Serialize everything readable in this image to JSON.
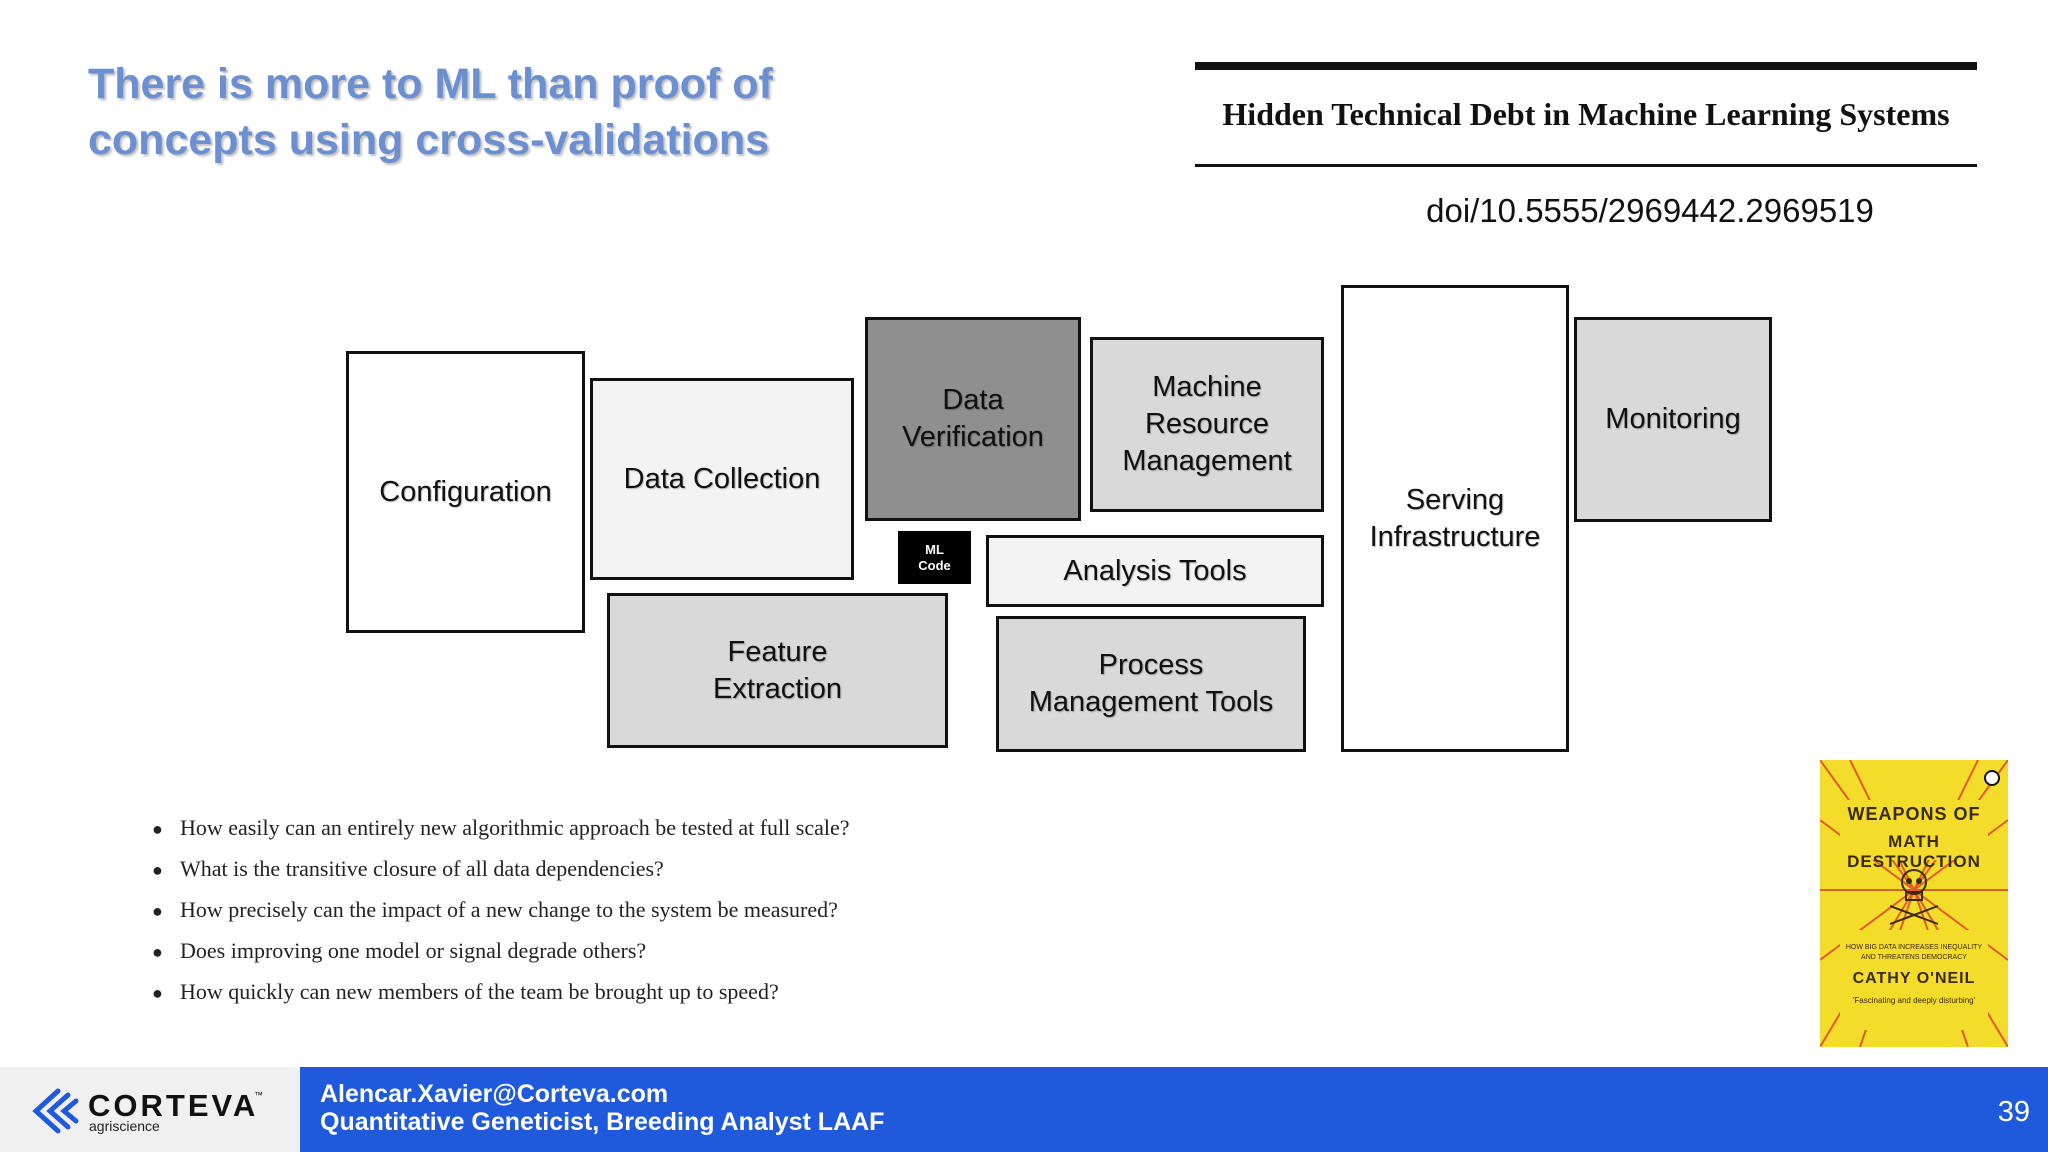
{
  "slide": {
    "title_lines": [
      "There is more to ML than proof of",
      "concepts using cross-validations"
    ],
    "page_number": "39"
  },
  "paper": {
    "title": "Hidden Technical Debt in Machine Learning Systems",
    "doi": "doi/10.5555/2969442.2969519"
  },
  "diagram": {
    "boxes": [
      {
        "id": "configuration",
        "label": "Configuration",
        "fill": "#ffffff"
      },
      {
        "id": "data-collection",
        "label": "Data Collection",
        "fill": "#f3f3f3"
      },
      {
        "id": "data-verification",
        "label": "Data\nVerification",
        "fill": "#8f8f8f"
      },
      {
        "id": "machine-resource-management",
        "label": "Machine\nResource\nManagement",
        "fill": "#d9d9d9"
      },
      {
        "id": "serving-infrastructure",
        "label": "Serving\nInfrastructure",
        "fill": "#ffffff"
      },
      {
        "id": "monitoring",
        "label": "Monitoring",
        "fill": "#d9d9d9"
      },
      {
        "id": "feature-extraction",
        "label": "Feature\nExtraction",
        "fill": "#d9d9d9"
      },
      {
        "id": "analysis-tools",
        "label": "Analysis Tools",
        "fill": "#f3f3f3"
      },
      {
        "id": "process-management-tools",
        "label": "Process\nManagement Tools",
        "fill": "#d9d9d9"
      }
    ],
    "ml_code_label": "ML\nCode"
  },
  "questions": [
    "How easily can an entirely new algorithmic approach be tested at full scale?",
    "What is the transitive closure of all data dependencies?",
    "How precisely can the impact of a new change to the system be measured?",
    "Does improving one model or signal degrade others?",
    "How quickly can new members of the team be brought up to speed?"
  ],
  "book": {
    "title_line1": "WEAPONS OF",
    "title_line2": "MATH DESTRUCTION",
    "subtitle": "HOW BIG DATA INCREASES INEQUALITY AND THREATENS DEMOCRACY",
    "author": "CATHY O'NEIL",
    "tagline": "'Fascinating and deeply disturbing'"
  },
  "footer": {
    "brand": "CORTEVA",
    "brand_tm": "™",
    "brand_sub": "agriscience",
    "email": "Alencar.Xavier@Corteva.com",
    "role": "Quantitative Geneticist, Breeding Analyst LAAF"
  },
  "colors": {
    "title": "#6b8fcf",
    "footer_bar": "#1e5adb",
    "book_cover": "#f3dc2a"
  }
}
